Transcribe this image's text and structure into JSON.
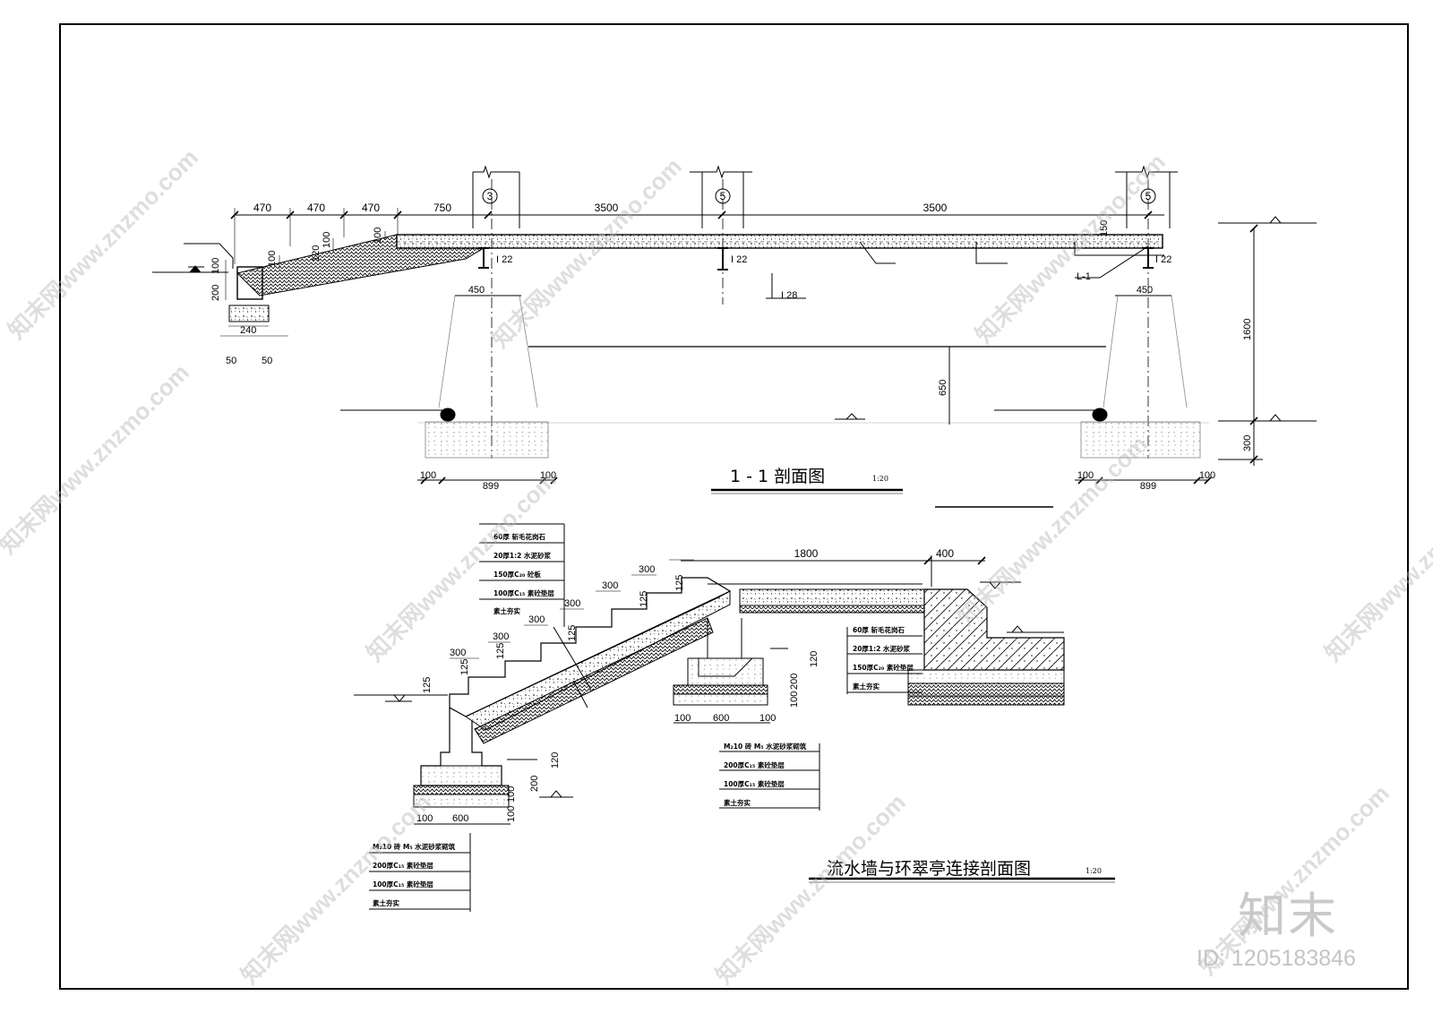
{
  "section1": {
    "title": "1 - 1 剖面图",
    "scale": "1:20",
    "axis_labels": [
      "3",
      "5",
      "5"
    ],
    "dims_top": [
      "470",
      "470",
      "470",
      "750",
      "3500",
      "3500"
    ],
    "dims_left": [
      "100",
      "100",
      "100",
      "120",
      "100",
      "200",
      "240",
      "50",
      "50"
    ],
    "dims_right": [
      "150",
      "1600",
      "650",
      "300"
    ],
    "beam_labels": [
      "I 22",
      "I 22",
      "I 28",
      "I 22",
      "L-1"
    ],
    "footing_dims": [
      "450",
      "450",
      "100",
      "899",
      "100",
      "100",
      "899",
      "100"
    ]
  },
  "section2": {
    "title": "流水墙与环翠亭连接剖面图",
    "scale": "1:20",
    "step_dims": [
      "300",
      "300",
      "300",
      "300",
      "300",
      "300",
      "125",
      "125",
      "125",
      "125",
      "125",
      "125"
    ],
    "top_dims": [
      "1800",
      "400"
    ],
    "footing1_dims": [
      "120",
      "200",
      "100",
      "100",
      "600",
      "100"
    ],
    "footing2_dims": [
      "120",
      "200",
      "100",
      "100",
      "600",
      "100"
    ],
    "notes_stair": [
      "60厚 斩毛花岗石",
      "20厚1:2 水泥砂浆",
      "150厚C₂₀ 砼板",
      "100厚C₁₅ 素砼垫层",
      "素土夯实"
    ],
    "notes_pier": [
      "M₂10 砖 M₅ 水泥砂浆砌筑",
      "200厚C₁₅ 素砼垫层",
      "100厚C₁₅ 素砼垫层",
      "素土夯实"
    ],
    "notes_right": [
      "60厚 斩毛花岗石",
      "20厚1:2 水泥砂浆",
      "150厚C₂₀ 素砼垫层",
      "素土夯实"
    ],
    "notes_bottom": [
      "M₂10 砖 M₅ 水泥砂浆砌筑",
      "200厚C₁₅ 素砼垫层",
      "100厚C₁₅ 素砼垫层",
      "素土夯实"
    ]
  },
  "watermark": {
    "site": "知末网www.znzmo.com",
    "logo": "知末",
    "id": "ID: 1205183846"
  }
}
